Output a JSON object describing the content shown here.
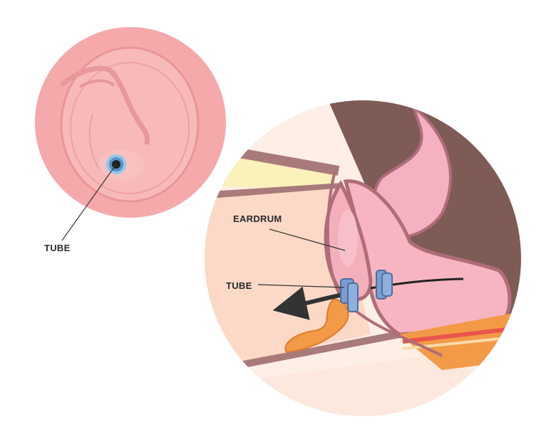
{
  "labels": {
    "tube_outer": "TUBE",
    "eardrum": "EARDRUM",
    "tube_inner": "TUBE"
  },
  "colors": {
    "eardrum_pink": "#f4b3b3",
    "canal_skin": "#fbe1d3",
    "tissue_brown": "#7e5b55",
    "tube_blue": "#7b9cd0",
    "fluid_orange": "#f29a45",
    "outline": "#b06d78"
  }
}
